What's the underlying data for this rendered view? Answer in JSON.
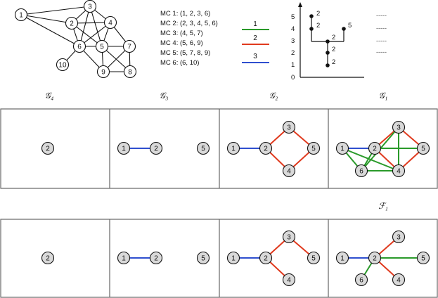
{
  "colors": {
    "green": "#2a9a2a",
    "red": "#e03a1e",
    "blue": "#2f4fcf",
    "node_fill_gray": "#d9d9d9",
    "node_fill_white": "#ffffff",
    "panel_border": "#666666"
  },
  "main_graph": {
    "nodes": [
      "1",
      "2",
      "3",
      "4",
      "5",
      "6",
      "7",
      "8",
      "9",
      "10"
    ]
  },
  "mc_list": [
    "MC 1: (1, 2, 3, 6)",
    "MC 2: (2, 3, 4, 5, 6)",
    "MC 3: (4, 5, 7)",
    "MC 4: (5, 6, 9)",
    "MC 5: (5, 7, 8, 9)",
    "MC 6: (6, 10)"
  ],
  "edge_legend": [
    {
      "label": "1",
      "color": "green"
    },
    {
      "label": "2",
      "color": "red"
    },
    {
      "label": "3",
      "color": "blue"
    }
  ],
  "tree": {
    "y_ticks": [
      "0",
      "1",
      "2",
      "3",
      "4",
      "5"
    ],
    "leaf_labels": [
      "2",
      "2",
      "2",
      "2",
      "2",
      "5"
    ]
  },
  "dashes": [
    "-----",
    "-----",
    "-----",
    "-----"
  ],
  "graph_labels": [
    "𝒢₄",
    "𝒢₃",
    "𝒢₂",
    "𝒢₁"
  ],
  "forest_label": "ℱ₁",
  "row1": [
    {
      "nodes": [
        "2"
      ]
    },
    {
      "nodes": [
        "1",
        "2",
        "5"
      ]
    },
    {
      "nodes": [
        "1",
        "2",
        "3",
        "5",
        "4"
      ]
    },
    {
      "nodes": [
        "1",
        "2",
        "3",
        "5",
        "6",
        "4"
      ]
    }
  ],
  "row2": [
    {
      "nodes": [
        "2"
      ]
    },
    {
      "nodes": [
        "1",
        "2",
        "5"
      ]
    },
    {
      "nodes": [
        "1",
        "2",
        "3",
        "5",
        "4"
      ]
    },
    {
      "nodes": [
        "1",
        "2",
        "3",
        "5",
        "6",
        "4"
      ]
    }
  ]
}
